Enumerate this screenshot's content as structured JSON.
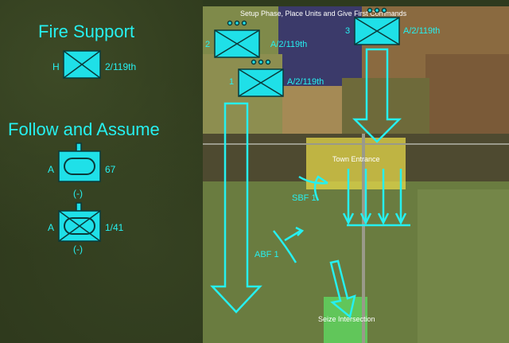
{
  "map": {
    "phase_text": "Setup Phase, Place Units and Give First Commands",
    "objective_town": "Town Entrance",
    "objective_intersection": "Seize Intersection",
    "sbf_label": "SBF 1",
    "abf_label": "ABF 1"
  },
  "fire_support": {
    "title": "Fire Support",
    "unit": {
      "prefix": "H",
      "designation": "2/119th",
      "icon": "infantry-symbol"
    }
  },
  "follow_assume": {
    "title": "Follow and Assume",
    "units": [
      {
        "prefix": "A",
        "designation": "67",
        "modifier": "(-)",
        "icon": "armor-symbol"
      },
      {
        "prefix": "A",
        "designation": "1/41",
        "modifier": "(-)",
        "icon": "mech-infantry-symbol"
      }
    ]
  },
  "map_units": [
    {
      "number": "1",
      "designation": "A/2/119th",
      "icon": "infantry-symbol"
    },
    {
      "number": "2",
      "designation": "A/2/119th",
      "icon": "infantry-symbol"
    },
    {
      "number": "3",
      "designation": "A/2/119th",
      "icon": "infantry-symbol"
    }
  ],
  "colors": {
    "overlay": "#26f0f0",
    "town": "#e6d84a",
    "intersection": "#5fd35f"
  }
}
